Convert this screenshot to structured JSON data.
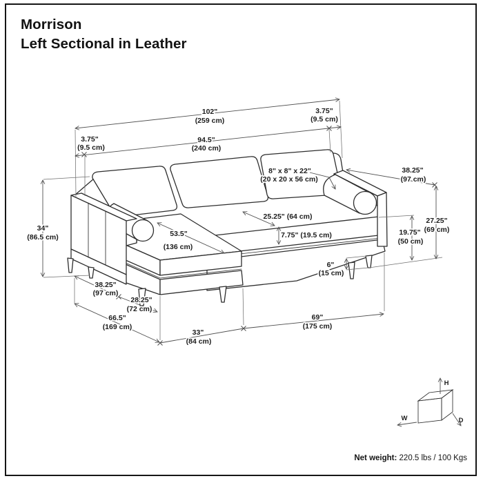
{
  "title": {
    "line1": "Morrison",
    "line2": "Left Sectional in Leather"
  },
  "dimensions": {
    "overall_width": {
      "in": "102\"",
      "cm": "(259 cm)"
    },
    "right_arm_width": {
      "in": "3.75\"",
      "cm": "(9.5 cm)"
    },
    "left_arm_width": {
      "in": "3.75\"",
      "cm": "(9.5 cm)"
    },
    "interior_width": {
      "in": "94.5\"",
      "cm": "(240 cm)"
    },
    "bolster_pillow": {
      "in": "8\" x 8\" x 22\"",
      "cm": "(20 x 20 x 56 cm)"
    },
    "right_depth": {
      "in": "38.25\"",
      "cm": "(97 cm)"
    },
    "overall_height": {
      "in": "34\"",
      "cm": "(86.5 cm)"
    },
    "seat_depth": {
      "combined": "25.25\" (64 cm)"
    },
    "chaise_length": {
      "in": "53.5\"",
      "cm": "(136 cm)"
    },
    "seat_cushion_thickness": {
      "combined": "7.75\" (19.5 cm)"
    },
    "arm_height": {
      "in": "27.25\"",
      "cm": "(69 cm)"
    },
    "seat_height": {
      "in": "19.75\"",
      "cm": "(50 cm)"
    },
    "leg_height": {
      "in": "6\"",
      "cm": "(15 cm)"
    },
    "left_depth": {
      "in": "38.25\"",
      "cm": "(97 cm)"
    },
    "chaise_overhang": {
      "in": "28.25\"",
      "cm": "(72 cm)"
    },
    "total_depth": {
      "in": "66.5\"",
      "cm": "(169 cm)"
    },
    "sofa_width": {
      "in": "69\"",
      "cm": "(175 cm)"
    },
    "chaise_width": {
      "in": "33\"",
      "cm": "(84 cm)"
    }
  },
  "axis_cube": {
    "h": "H",
    "w": "W",
    "d": "D"
  },
  "net_weight": {
    "label": "Net weight:",
    "value": "220.5 lbs / 100 Kgs"
  }
}
